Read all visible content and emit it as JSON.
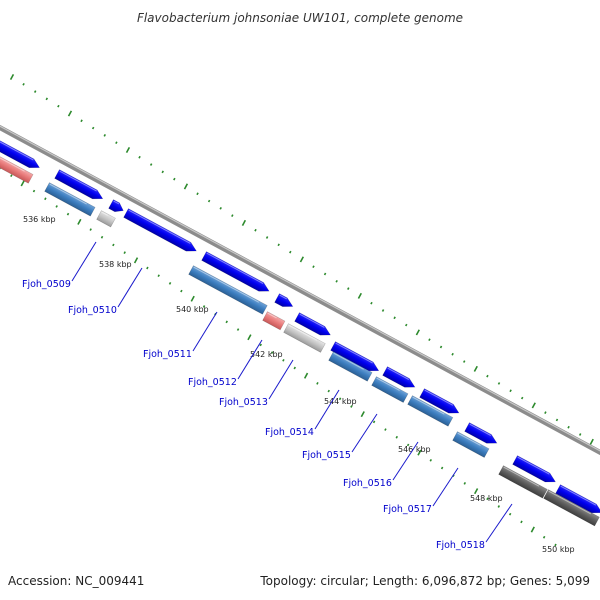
{
  "header": {
    "title": "Flavobacterium johnsoniae UW101, complete genome"
  },
  "footer": {
    "accession": "Accession: NC_009441",
    "summary": "Topology: circular; Length: 6,096,872 bp; Genes: 5,099"
  },
  "colors": {
    "forward_gene": "#0000ee",
    "reverse_gene": "#3c7dbf",
    "rna_gene": "#e87a7a",
    "pseudo_gene": "#bdbdbd",
    "dark_gene": "#5a5a5a",
    "tick": "#2d8a2d",
    "label": "#0000cc"
  },
  "kbp_labels": [
    "536 kbp",
    "538 kbp",
    "540 kbp",
    "542 kbp",
    "544 kbp",
    "546 kbp",
    "548 kbp",
    "550 kbp"
  ],
  "gene_labels": [
    "Fjoh_0509",
    "Fjoh_0510",
    "Fjoh_0511",
    "Fjoh_0512",
    "Fjoh_0513",
    "Fjoh_0514",
    "Fjoh_0515",
    "Fjoh_0516",
    "Fjoh_0517",
    "Fjoh_0518"
  ]
}
